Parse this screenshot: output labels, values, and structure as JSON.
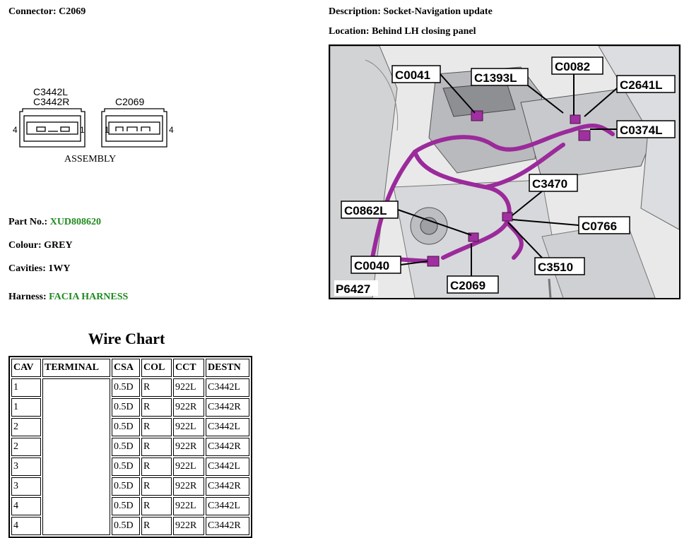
{
  "connector": {
    "label": "Connector:",
    "value": "C2069"
  },
  "description": {
    "label": "Description:",
    "value": "Socket-Navigation update"
  },
  "location": {
    "label": "Location:",
    "value": "Behind LH closing panel"
  },
  "diagram": {
    "left_label_1": "C3442L",
    "left_label_2": "C3442R",
    "right_label": "C2069",
    "left_pin_outer": "4",
    "left_pin_inner": "1",
    "right_pin_inner": "1",
    "right_pin_outer": "4",
    "caption": "ASSEMBLY"
  },
  "part_no": {
    "label": "Part No.:",
    "value": "XUD808620"
  },
  "colour": {
    "label": "Colour:",
    "value": "GREY"
  },
  "cavities": {
    "label": "Cavities:",
    "value": "1WY"
  },
  "harness": {
    "label": "Harness:",
    "value": "FACIA HARNESS"
  },
  "photo": {
    "ref": "P6427",
    "callouts": [
      "C0041",
      "C1393L",
      "C0082",
      "C2641L",
      "C0374L",
      "C3470",
      "C0862L",
      "C0766",
      "C0040",
      "C3510",
      "C2069"
    ]
  },
  "colors": {
    "green_value": "#1f8a1f",
    "harness": "#9b2a9b"
  },
  "wire_chart": {
    "title": "Wire Chart",
    "headers": [
      "CAV",
      "TERMINAL",
      "CSA",
      "COL",
      "CCT",
      "DESTN"
    ],
    "rows": [
      [
        "1",
        "",
        "0.5D",
        "R",
        "922L",
        "C3442L"
      ],
      [
        "1",
        "",
        "0.5D",
        "R",
        "922R",
        "C3442R"
      ],
      [
        "2",
        "",
        "0.5D",
        "R",
        "922L",
        "C3442L"
      ],
      [
        "2",
        "",
        "0.5D",
        "R",
        "922R",
        "C3442R"
      ],
      [
        "3",
        "",
        "0.5D",
        "R",
        "922L",
        "C3442L"
      ],
      [
        "3",
        "",
        "0.5D",
        "R",
        "922R",
        "C3442R"
      ],
      [
        "4",
        "",
        "0.5D",
        "R",
        "922L",
        "C3442L"
      ],
      [
        "4",
        "",
        "0.5D",
        "R",
        "922R",
        "C3442R"
      ]
    ]
  }
}
